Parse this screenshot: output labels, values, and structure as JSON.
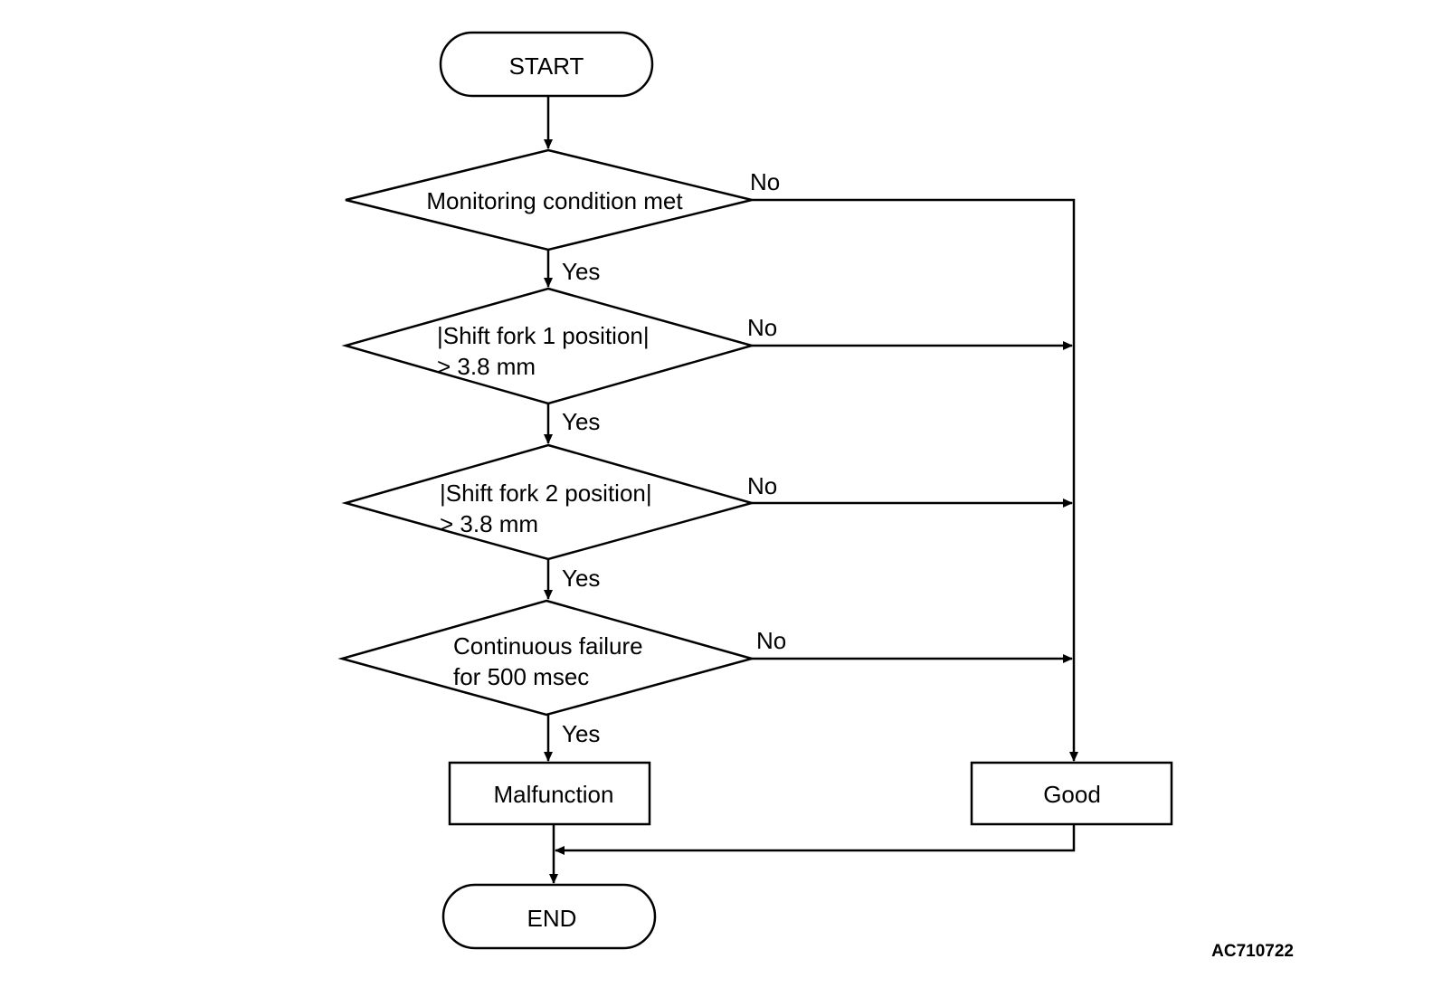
{
  "start": "START",
  "end": "END",
  "decisions": [
    {
      "line1": "Monitoring condition met",
      "line2": "",
      "yes": "Yes",
      "no": "No"
    },
    {
      "line1": "|Shift fork 1 position|",
      "line2": "> 3.8 mm",
      "yes": "Yes",
      "no": "No"
    },
    {
      "line1": "|Shift fork 2 position|",
      "line2": "> 3.8 mm",
      "yes": "Yes",
      "no": "No"
    },
    {
      "line1": "Continuous failure",
      "line2": "for 500 msec",
      "yes": "Yes",
      "no": "No"
    }
  ],
  "outcomes": {
    "malfunction": "Malfunction",
    "good": "Good"
  },
  "figure_code": "AC710722",
  "colors": {
    "line": "#000000",
    "background": "#ffffff"
  }
}
